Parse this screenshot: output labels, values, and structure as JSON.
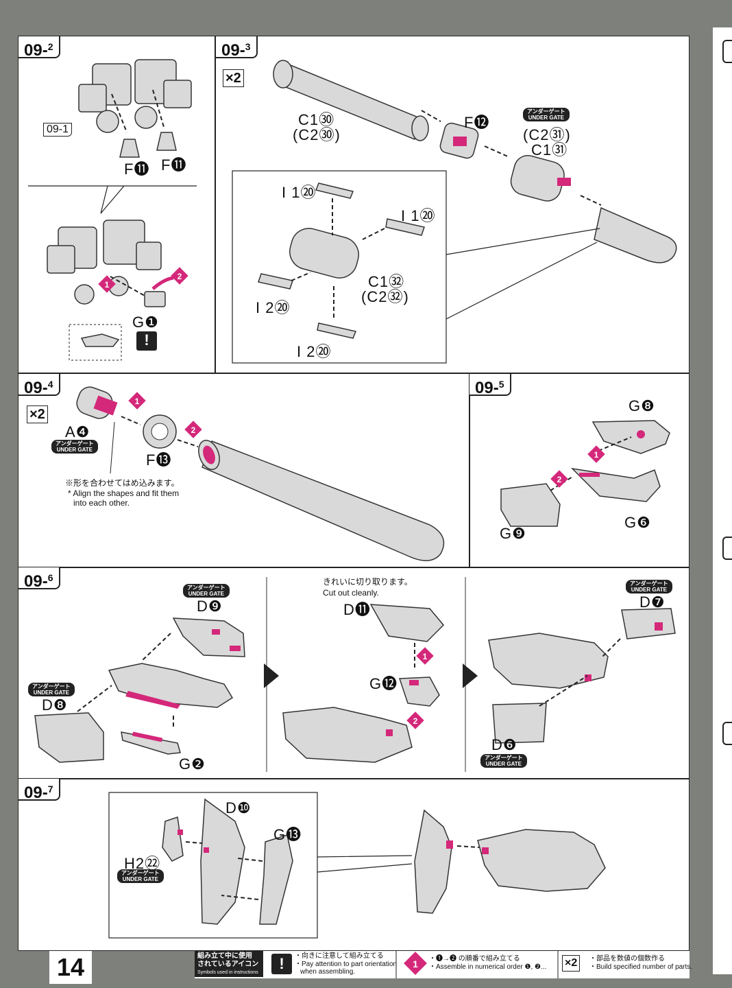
{
  "page": {
    "number": "14"
  },
  "steps": {
    "s2": {
      "label": "09",
      "sub": "2",
      "ref": "09-1",
      "parts": [
        "F⓫",
        "F⓫",
        "G❶"
      ]
    },
    "s3": {
      "label": "09",
      "sub": "3",
      "mult": "×2",
      "parts": {
        "c1_30": "C1㉚",
        "c2_30": "(C2㉚)",
        "f12": "F⓬",
        "c2_31": "(C2㉛)",
        "c1_31": "C1㉛",
        "i1a": "I 1⑳",
        "i1b": "I 1⑳",
        "c1_32": "C1㉜",
        "c2_32": "(C2㉜)",
        "i2a": "I 2⑳",
        "i2b": "I 2⑳"
      }
    },
    "s4": {
      "label": "09",
      "sub": "4",
      "mult": "×2",
      "parts": {
        "a4": "A❹",
        "f13": "F⓭"
      },
      "note_jp": "※形を合わせてはめ込みます。",
      "note_en1": "* Align the shapes and fit them",
      "note_en2": "into each other."
    },
    "s5": {
      "label": "09",
      "sub": "5",
      "parts": {
        "g8": "G❽",
        "g6": "G❻",
        "g9": "G❾"
      }
    },
    "s6": {
      "label": "09",
      "sub": "6",
      "parts": {
        "d9": "D❾",
        "d8": "D❽",
        "g2": "G❷",
        "d11": "D⓫",
        "g12": "G⓬",
        "d7": "D❼",
        "d6": "D❻"
      },
      "cut_jp": "きれいに切り取ります。",
      "cut_en": "Cut out cleanly."
    },
    "s7": {
      "label": "09",
      "sub": "7",
      "parts": {
        "d10": "D❿",
        "g13": "G⓭",
        "h2": "H2㉒"
      }
    }
  },
  "under_gate": {
    "jp": "アンダーゲート",
    "en": "UNDER GATE"
  },
  "order_marks": {
    "one": "1",
    "two": "2"
  },
  "legend": {
    "title_jp1": "組み立て中に使用",
    "title_jp2": "されているアイコン",
    "title_en": "Symbols used in instructions",
    "orient_jp": "・向きに注意して組み立てる",
    "orient_en1": "・Pay attention to part orientation",
    "orient_en2": "when assembling.",
    "order_jp": "・❶→❷ の順番で組み立てる",
    "order_en": "・Assemble in numerical order ❶, ❷...",
    "mult_jp": "・部品を数値の個数作る",
    "mult_en": "・Build specified number of parts.",
    "mult_icon": "×2",
    "excl_icon": "!"
  },
  "colors": {
    "accent": "#d4287a",
    "panel_border": "#222222",
    "background": "#7d807b",
    "part_gray": "#d9d9d9"
  }
}
